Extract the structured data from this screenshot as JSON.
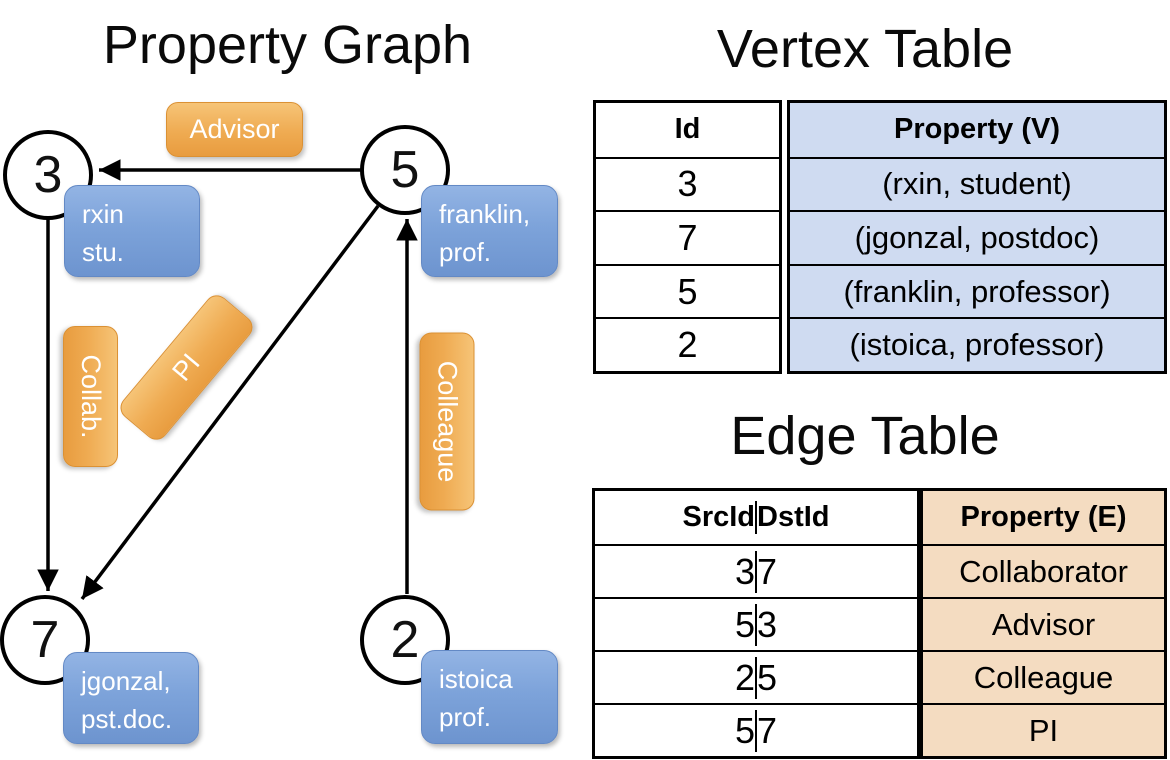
{
  "graph": {
    "title": "Property Graph",
    "vertices": [
      {
        "id": "3",
        "line1": "rxin",
        "line2": "stu."
      },
      {
        "id": "5",
        "line1": "franklin,",
        "line2": "prof."
      },
      {
        "id": "7",
        "line1": "jgonzal,",
        "line2": "pst.doc."
      },
      {
        "id": "2",
        "line1": "istoica",
        "line2": "prof."
      }
    ],
    "edge_labels": {
      "advisor": "Advisor",
      "collab": "Collab.",
      "pi": "PI",
      "colleague": "Colleague"
    }
  },
  "vertex_table": {
    "title": "Vertex Table",
    "columns": {
      "id": "Id",
      "property": "Property (V)"
    },
    "rows": [
      {
        "id": "3",
        "property": "(rxin, student)"
      },
      {
        "id": "7",
        "property": "(jgonzal, postdoc)"
      },
      {
        "id": "5",
        "property": "(franklin, professor)"
      },
      {
        "id": "2",
        "property": "(istoica, professor)"
      }
    ]
  },
  "edge_table": {
    "title": "Edge Table",
    "columns": {
      "src": "SrcId",
      "dst": "DstId",
      "property": "Property (E)"
    },
    "rows": [
      {
        "src": "3",
        "dst": "7",
        "property": "Collaborator"
      },
      {
        "src": "5",
        "dst": "3",
        "property": "Advisor"
      },
      {
        "src": "2",
        "dst": "5",
        "property": "Colleague"
      },
      {
        "src": "5",
        "dst": "7",
        "property": "PI"
      }
    ]
  },
  "colors": {
    "vertex_box_blue": "#7da3da",
    "edge_box_orange": "#eda94e",
    "vertex_table_fill": "#cfdbf1",
    "edge_table_fill": "#f4dcc1",
    "line_black": "#000000"
  }
}
